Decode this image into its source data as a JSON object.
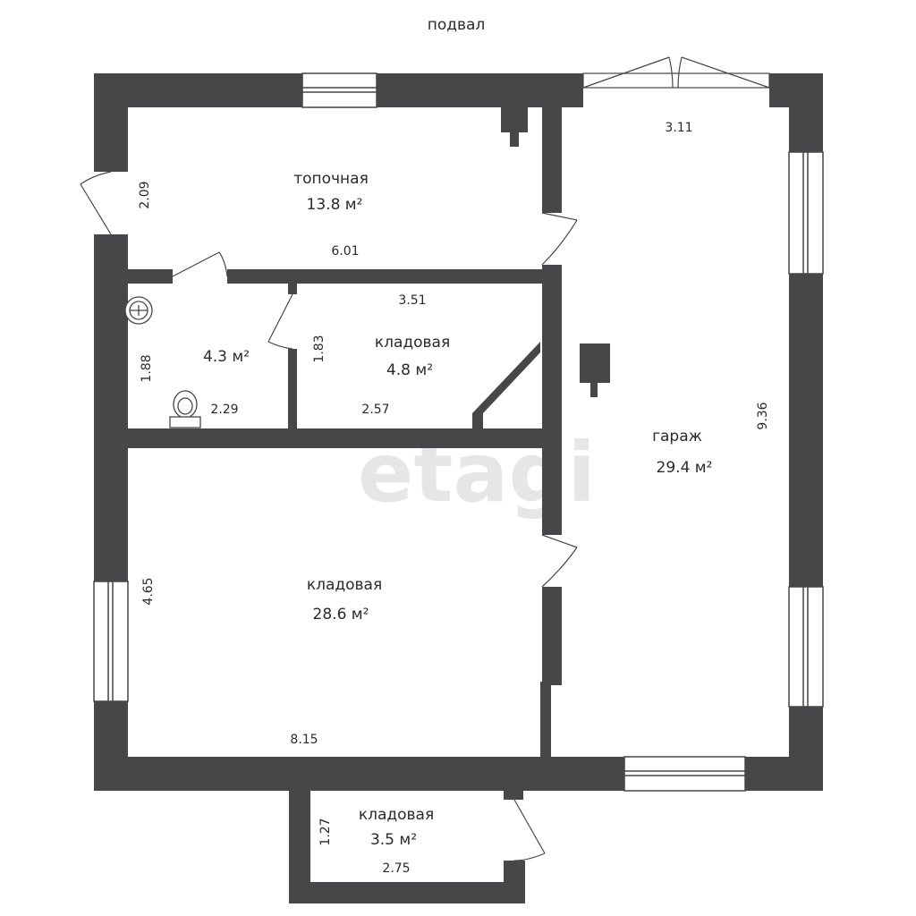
{
  "title": "подвал",
  "watermark": "etagi",
  "wall_color": "#474649",
  "rooms": {
    "boiler": {
      "name": "топочная",
      "area": "13.8 м²"
    },
    "bathroom": {
      "area": "4.3 м²"
    },
    "storage_small": {
      "name": "кладовая",
      "area": "4.8 м²"
    },
    "storage_big": {
      "name": "кладовая",
      "area": "28.6 м²"
    },
    "garage": {
      "name": "гараж",
      "area": "29.4 м²"
    },
    "storage_annex": {
      "name": "кладовая",
      "area": "3.5 м²"
    }
  },
  "dimensions": {
    "boiler_width": "6.01",
    "boiler_height": "2.09",
    "bath_height": "1.88",
    "bath_width": "2.29",
    "small_top": "3.51",
    "small_height": "1.83",
    "small_bottom": "2.57",
    "big_height": "4.65",
    "big_width": "8.15",
    "garage_top": "3.11",
    "garage_height": "9.36",
    "annex_height": "1.27",
    "annex_width": "2.75"
  }
}
